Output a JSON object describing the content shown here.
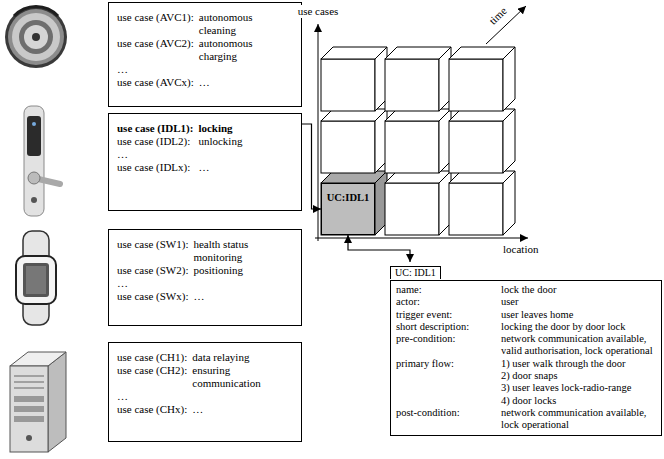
{
  "diagram": {
    "nodes": [
      {
        "text": [
          "use case (AVC1):",
          "autonomous cleaning",
          "use case (AVC2):",
          "autonomous charging",
          "…",
          "use case (AVCx):",
          "…"
        ]
      },
      {
        "text": [
          "use case (IDL1):",
          "locking",
          "use case (IDL2):",
          "unlocking",
          "…",
          "use case (IDLx):",
          "…"
        ]
      },
      {
        "text": [
          "use case (SW1):",
          "health status monitoring",
          "use case (SW2):",
          "positioning",
          "…",
          "use case (SWx):",
          "…"
        ]
      },
      {
        "text": [
          "use case (CH1):",
          "data relaying",
          "use case (CH2):",
          "ensuring communication",
          "…",
          "use case (CHx):",
          "…"
        ]
      },
      {
        "text": [
          "UC:IDL1"
        ]
      },
      {
        "text": [
          "UC: IDL1",
          "name:",
          "lock the door",
          "actor:",
          "user",
          "trigger event:",
          "user leaves home",
          "short description:",
          "locking the door by door lock",
          "pre-condition:",
          "network communication available, valid authorisation, lock operational",
          "primary flow:",
          "1) user walk through the door",
          "2) door snaps",
          "3) user leaves lock-radio-range",
          "4) door locks",
          "post-condition:",
          "network communication available, lock operational"
        ]
      }
    ],
    "edges": [
      {
        "from": 1,
        "to": 4,
        "arrow": "to"
      },
      {
        "from": 4,
        "to": 5,
        "arrow": "both"
      }
    ],
    "labels": [
      "use cases",
      "time",
      "location"
    ]
  }
}
